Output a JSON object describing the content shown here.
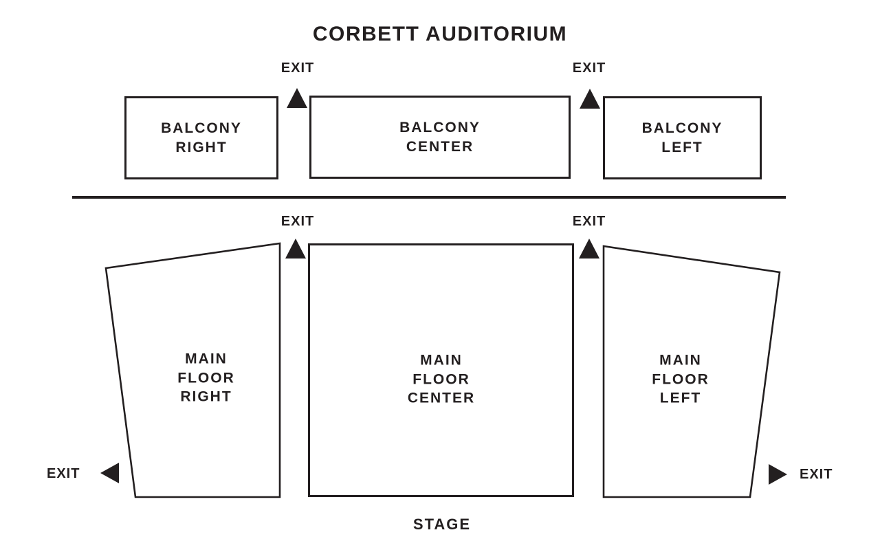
{
  "title": "CORBETT AUDITORIUM",
  "stage": {
    "label": "STAGE"
  },
  "colors": {
    "ink": "#231f20",
    "background": "#ffffff"
  },
  "sections": {
    "balcony_right": {
      "label": "BALCONY\nRIGHT"
    },
    "balcony_center": {
      "label": "BALCONY\nCENTER"
    },
    "balcony_left": {
      "label": "BALCONY\nLEFT"
    },
    "main_floor_right": {
      "label": "MAIN\nFLOOR\nRIGHT"
    },
    "main_floor_center": {
      "label": "MAIN\nFLOOR\nCENTER"
    },
    "main_floor_left": {
      "label": "MAIN\nFLOOR\nLEFT"
    }
  },
  "exits": {
    "balcony_upper_left": {
      "label": "EXIT",
      "direction": "up"
    },
    "balcony_upper_right": {
      "label": "EXIT",
      "direction": "up"
    },
    "main_upper_left": {
      "label": "EXIT",
      "direction": "up"
    },
    "main_upper_right": {
      "label": "EXIT",
      "direction": "up"
    },
    "main_side_left": {
      "label": "EXIT",
      "direction": "left"
    },
    "main_side_right": {
      "label": "EXIT",
      "direction": "right"
    }
  }
}
